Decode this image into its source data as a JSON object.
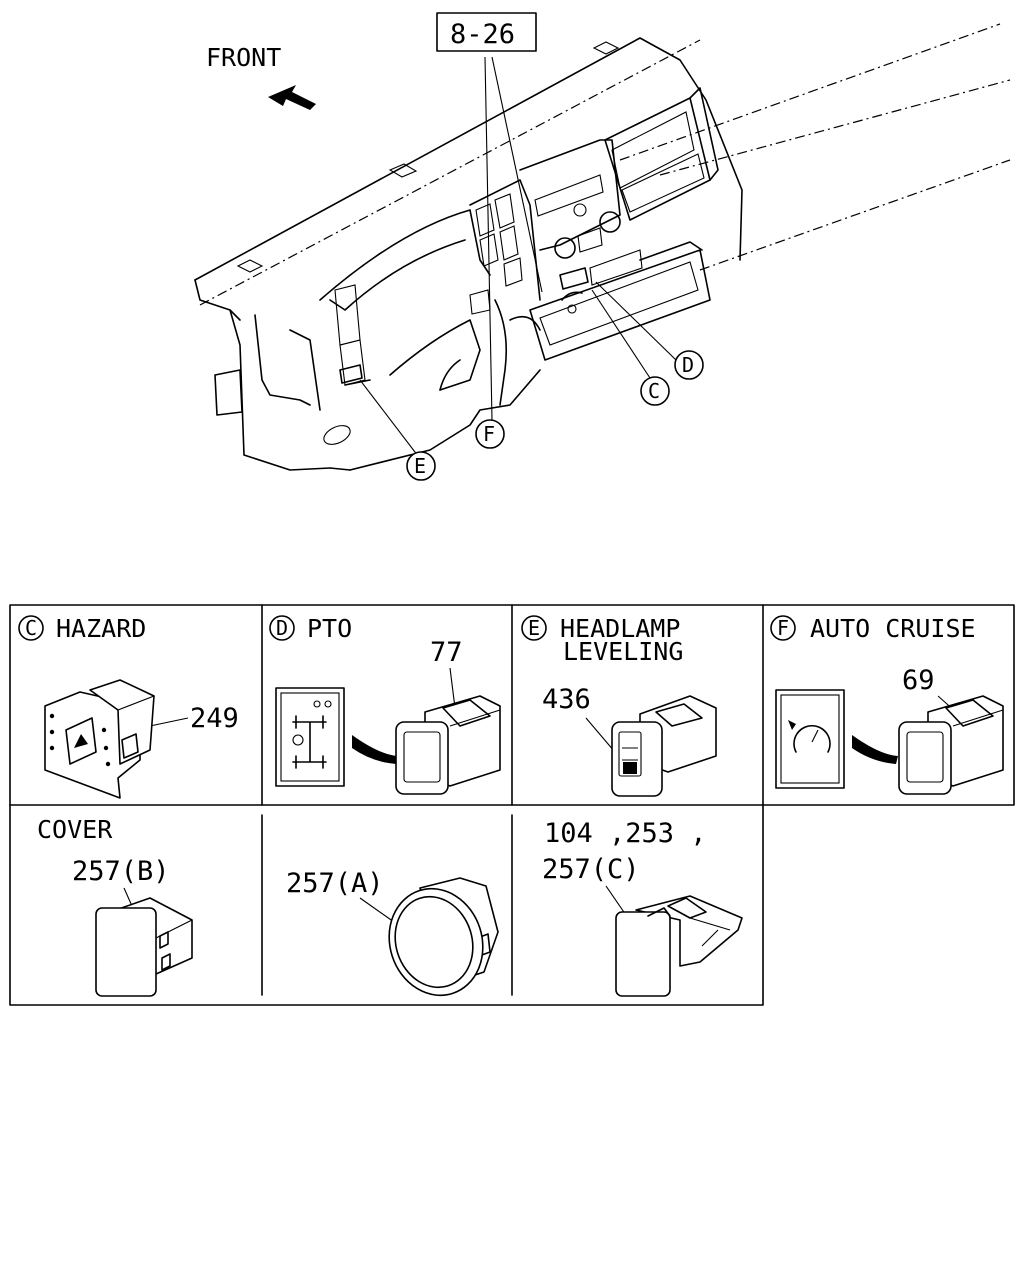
{
  "overview": {
    "section_ref": "8-26",
    "front_label": "FRONT",
    "callouts": [
      "C",
      "D",
      "E",
      "F"
    ]
  },
  "panels": [
    {
      "letter": "C",
      "title": "HAZARD",
      "part": "249"
    },
    {
      "letter": "D",
      "title": "PTO",
      "part": "77"
    },
    {
      "letter": "E",
      "title": "HEADLAMP",
      "title2": "LEVELING",
      "part": "436"
    },
    {
      "letter": "F",
      "title": "AUTO CRUISE",
      "part": "69"
    },
    {
      "title": "COVER",
      "part": "257(B)"
    },
    {
      "part": "257(A)"
    },
    {
      "part_line1": "104 ,253 ,",
      "part_line2": "257(C)"
    }
  ]
}
